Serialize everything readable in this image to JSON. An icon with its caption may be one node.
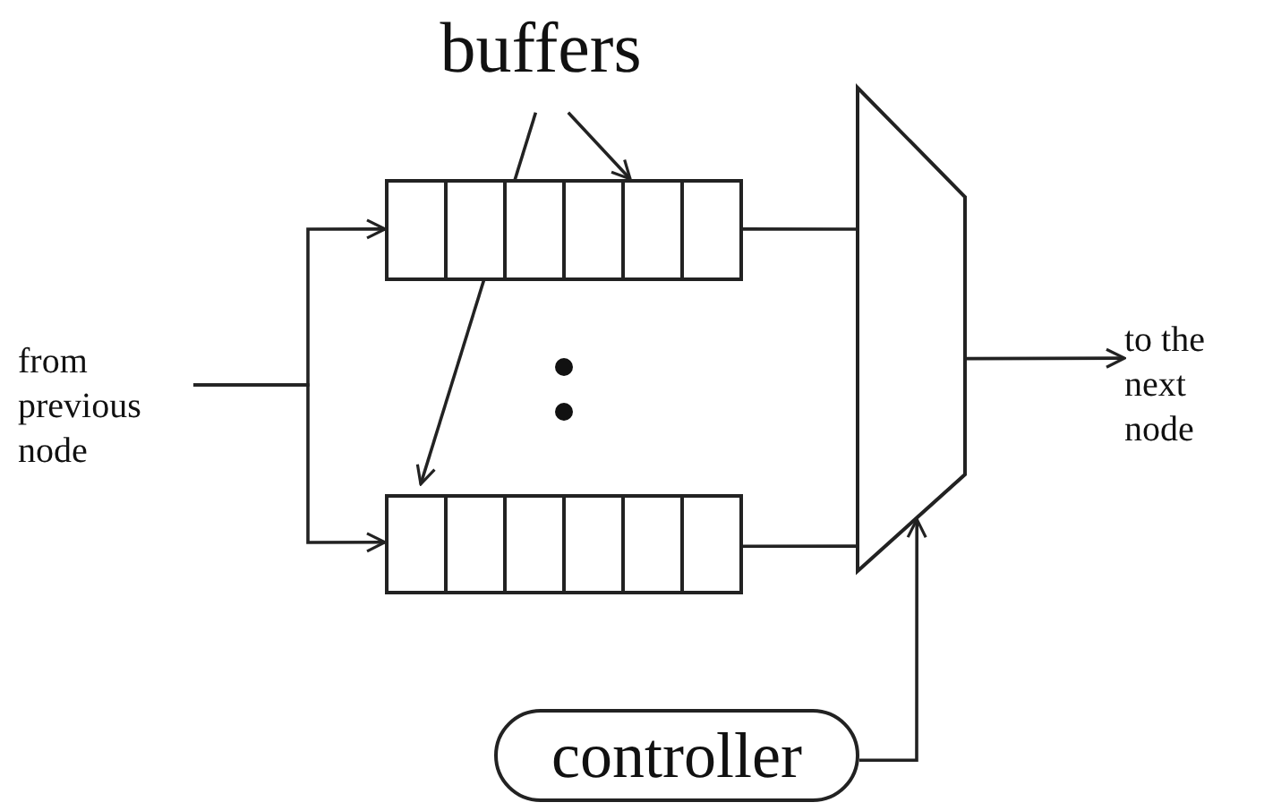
{
  "diagram": {
    "nodes": [
      {
        "text": [
          "from previous node"
        ]
      },
      {
        "text": [],
        "shape": "box"
      },
      {
        "text": [],
        "shape": "box"
      },
      {
        "text": [],
        "shape": "trapezoid"
      },
      {
        "text": [
          "to the next node"
        ]
      },
      {
        "text": [
          "controller"
        ]
      },
      {
        "text": [
          "buffers"
        ]
      }
    ],
    "edges": [
      {
        "from": 0,
        "to": 1,
        "arrow": "to"
      },
      {
        "from": 0,
        "to": 2,
        "arrow": "to"
      },
      {
        "from": 1,
        "to": 3,
        "arrow": "none"
      },
      {
        "from": 2,
        "to": 3,
        "arrow": "none"
      },
      {
        "from": 3,
        "to": 4,
        "arrow": "to"
      },
      {
        "from": 5,
        "to": 3,
        "arrow": "to"
      },
      {
        "from": 6,
        "to": 1,
        "arrow": "to"
      },
      {
        "from": 6,
        "to": 2,
        "arrow": "to"
      }
    ]
  }
}
